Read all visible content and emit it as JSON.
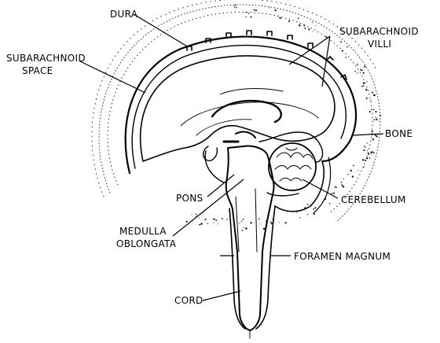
{
  "labels": {
    "dura": "DURA",
    "subarachnoid_villi_line1": "SUBARACHNOID",
    "subarachnoid_villi_line2": "VILLI",
    "subarachnoid_space_line1": "SUBARACHNOID",
    "subarachnoid_space_line2": "SPACE",
    "bone": "BONE",
    "pons": "PONS",
    "cerebellum": "CEREBELLUM",
    "medulla_line1": "MEDULLA",
    "medulla_line2": "OBLONGATA",
    "foramen_magnum": "FORAMEN  MAGNUM",
    "cord": "CORD"
  }
}
